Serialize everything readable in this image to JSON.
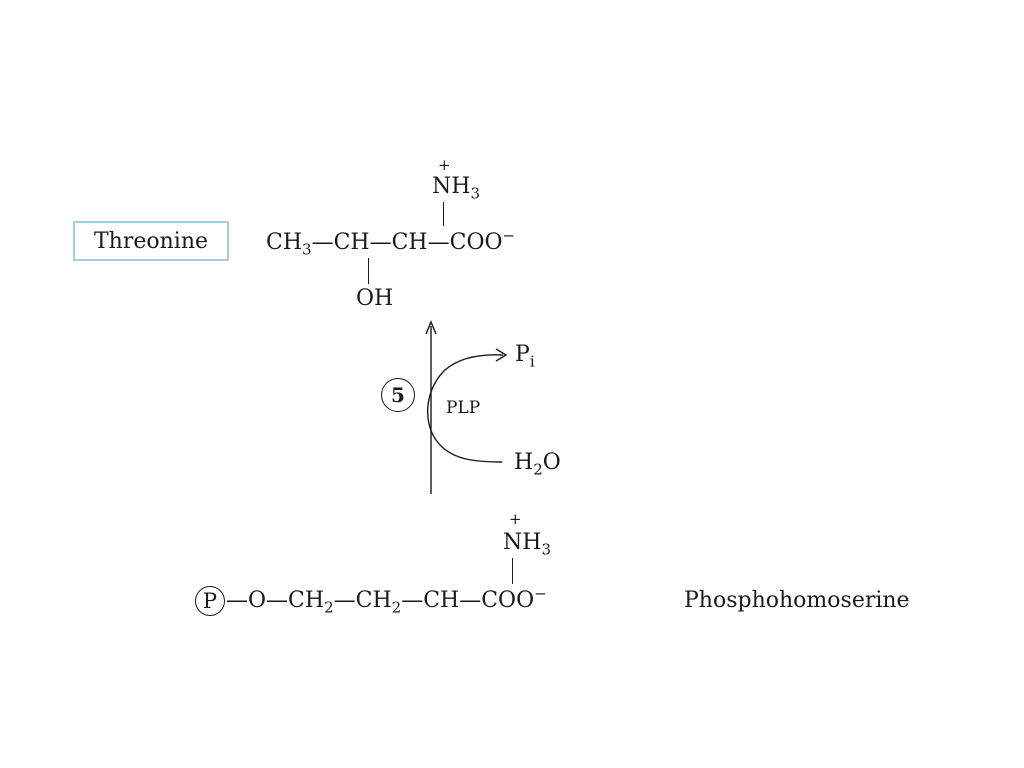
{
  "product": {
    "name": "Threonine",
    "charge_top": "+",
    "amine_group": "NH",
    "amine_sub": "3",
    "chain_part1": "CH",
    "chain_part1_sub": "3",
    "chain_part2": "—CH—CH—COO",
    "carboxyl_charge": "−",
    "side_group": "OH"
  },
  "reaction": {
    "step_number": "5",
    "cofactor": "PLP",
    "released": "P",
    "released_sub": "i",
    "consumed_pre": "H",
    "consumed_sub": "2",
    "consumed_post": "O"
  },
  "substrate": {
    "name": "Phosphohomoserine",
    "phosphate_symbol": "P",
    "charge_top": "+",
    "amine_group": "NH",
    "amine_sub": "3",
    "chain_a": "—O—CH",
    "chain_a_sub": "2",
    "chain_b": "—CH",
    "chain_b_sub": "2",
    "chain_c": "—CH—COO",
    "carboxyl_charge": "−"
  }
}
